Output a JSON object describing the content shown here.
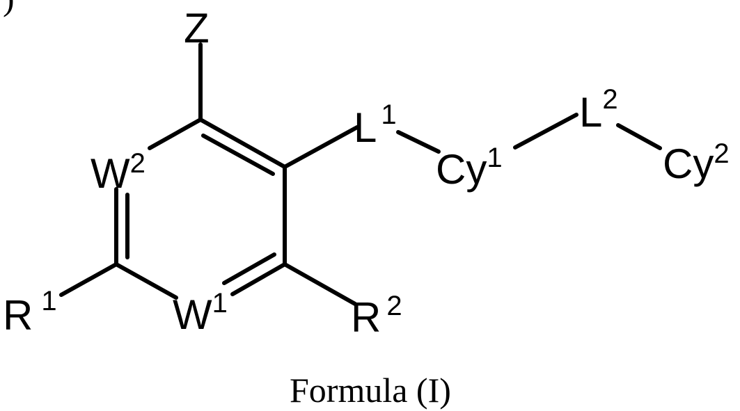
{
  "top_text": ") ",
  "atoms": {
    "z": {
      "base": "Z",
      "sup": ""
    },
    "w2": {
      "base": "W",
      "sup": "2"
    },
    "l1": {
      "base": "L",
      "sup": "1"
    },
    "cy1": {
      "base": "Cy",
      "sup": "1"
    },
    "l2": {
      "base": "L",
      "sup": "2"
    },
    "cy2": {
      "base": "Cy",
      "sup": "2"
    },
    "r1": {
      "base": "R",
      "sup": "1"
    },
    "w1": {
      "base": "W",
      "sup": "1"
    },
    "r2": {
      "base": "R",
      "sup": "2"
    }
  },
  "caption": "Formula (I)"
}
